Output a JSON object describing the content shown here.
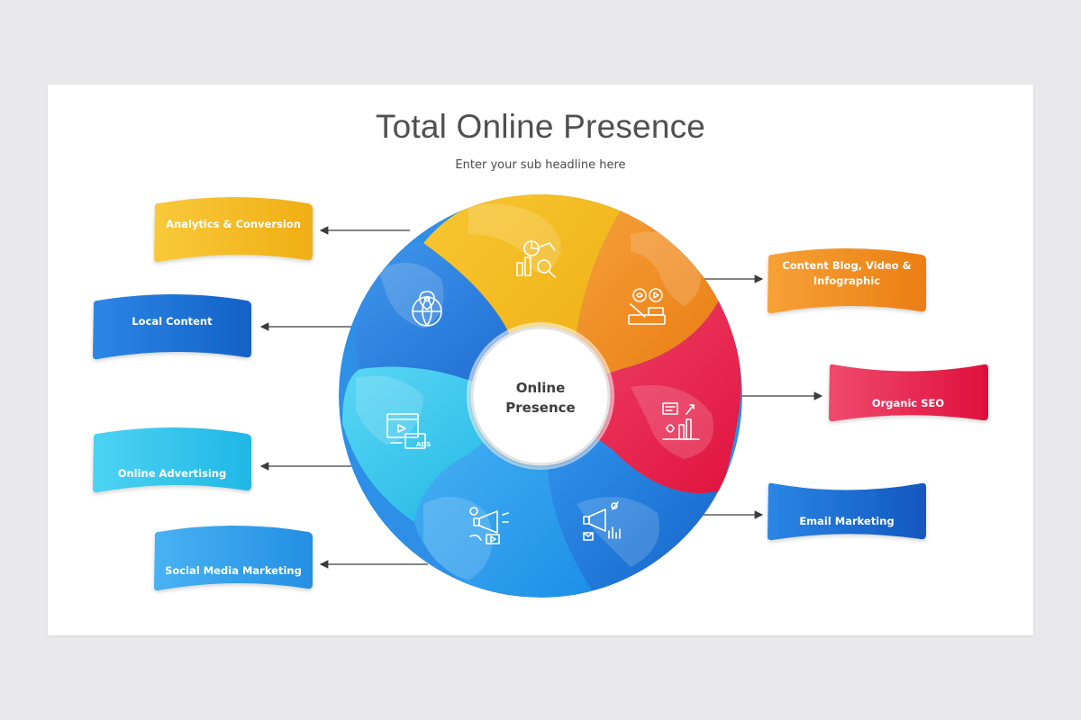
{
  "title": "Total Online Presence",
  "subtitle": "Enter your sub headline here",
  "center": {
    "line1": "Online",
    "line2": "Presence"
  },
  "segments": [
    {
      "name": "analytics",
      "color": "#F4B61D",
      "icon": "analytics-icon"
    },
    {
      "name": "content",
      "color": "#F08C22",
      "icon": "content-creation-icon"
    },
    {
      "name": "seo",
      "color": "#E8294F",
      "icon": "seo-growth-icon"
    },
    {
      "name": "email",
      "color": "#1E7FE0",
      "icon": "email-megaphone-icon"
    },
    {
      "name": "social",
      "color": "#2FA3F0",
      "icon": "social-megaphone-icon"
    },
    {
      "name": "advertising",
      "color": "#35C3EC",
      "icon": "ads-browser-icon"
    },
    {
      "name": "local",
      "color": "#2B7FDB",
      "icon": "globe-location-icon"
    }
  ],
  "labels": {
    "analytics": "Analytics & Conversion",
    "local": "Local Content",
    "advertising": "Online Advertising",
    "social": "Social Media Marketing",
    "content_line1": "Content Blog, Video &",
    "content_line2": "Infographic",
    "seo": "Organic SEO",
    "email": "Email Marketing"
  }
}
